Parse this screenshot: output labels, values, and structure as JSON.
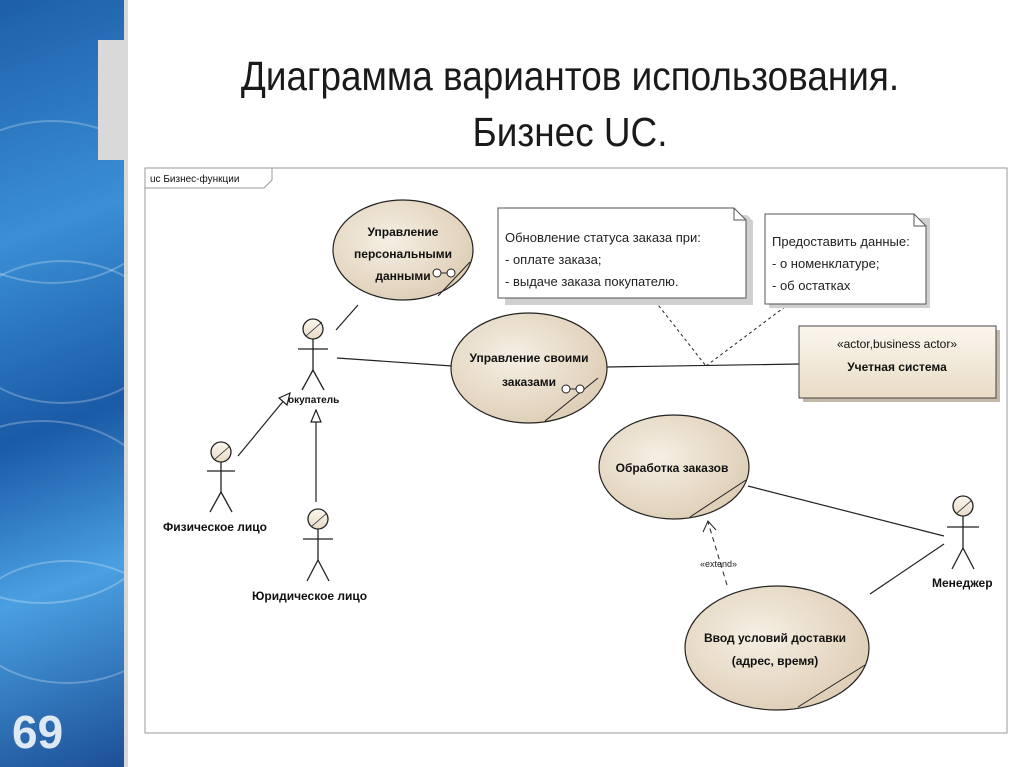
{
  "slide": {
    "title_line1": "Диаграмма вариантов использования.",
    "title_line2": "Бизнес UC.",
    "number": "69"
  },
  "diagram": {
    "frame_label": "uc Бизнес-функции",
    "actors": {
      "buyer": "окупатель",
      "individual": "Физическое лицо",
      "legal_entity": "Юридическое лицо",
      "manager": "Менеджер"
    },
    "use_cases": {
      "personal_data": [
        "Управление",
        "персональными",
        "данными"
      ],
      "own_orders": [
        "Управление своими",
        "заказами"
      ],
      "order_processing": [
        "Обработка заказов"
      ],
      "delivery_conditions": [
        "Ввод условий доставки",
        "(адрес, время)"
      ]
    },
    "notes": {
      "status_update": [
        "Обновление статуса заказа при:",
        "- оплате заказа;",
        "- выдаче заказа покупателю."
      ],
      "provide_data": [
        "Предоставить данные:",
        "- о номенклатуре;",
        "- об остатках"
      ]
    },
    "system_actor": {
      "stereotype": "«actor,business actor»",
      "name": "Учетная система"
    },
    "extend_label": "«extend»"
  }
}
